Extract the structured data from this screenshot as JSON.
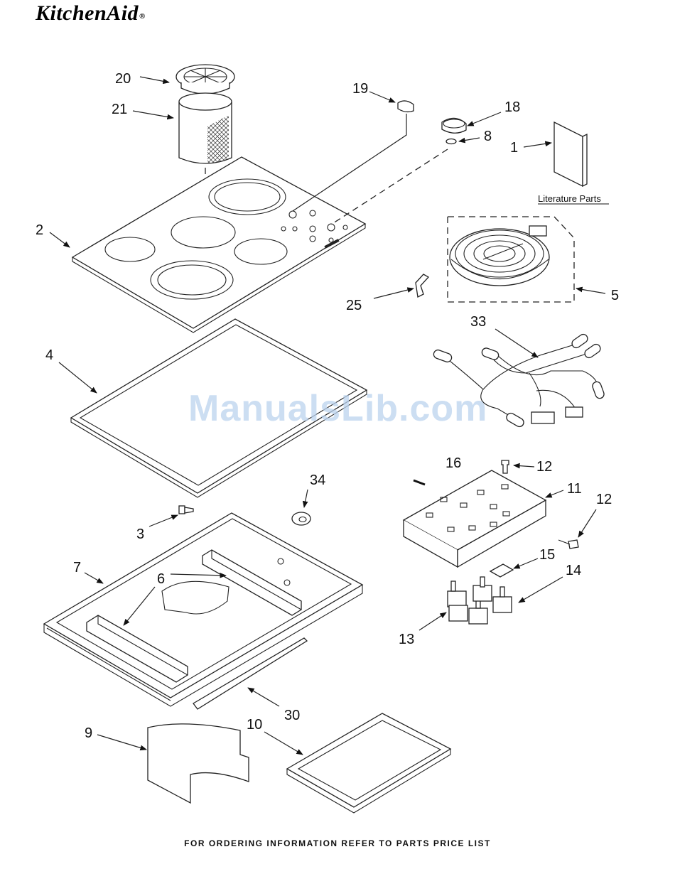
{
  "brand": {
    "name": "KitchenAid",
    "mark": "®"
  },
  "watermark": "ManualsLib.com",
  "footer": "FOR ORDERING INFORMATION REFER TO PARTS PRICE LIST",
  "literature_caption": "Literature Parts",
  "callouts": [
    {
      "label": "20"
    },
    {
      "label": "21"
    },
    {
      "label": "19"
    },
    {
      "label": "18"
    },
    {
      "label": "8"
    },
    {
      "label": "1"
    },
    {
      "label": "2"
    },
    {
      "label": "5"
    },
    {
      "label": "25"
    },
    {
      "label": "33"
    },
    {
      "label": "4"
    },
    {
      "label": "16"
    },
    {
      "label": "12"
    },
    {
      "label": "11"
    },
    {
      "label": "34"
    },
    {
      "label": "12"
    },
    {
      "label": "3"
    },
    {
      "label": "7"
    },
    {
      "label": "6"
    },
    {
      "label": "15"
    },
    {
      "label": "14"
    },
    {
      "label": "13"
    },
    {
      "label": "30"
    },
    {
      "label": "9"
    },
    {
      "label": "10"
    }
  ]
}
